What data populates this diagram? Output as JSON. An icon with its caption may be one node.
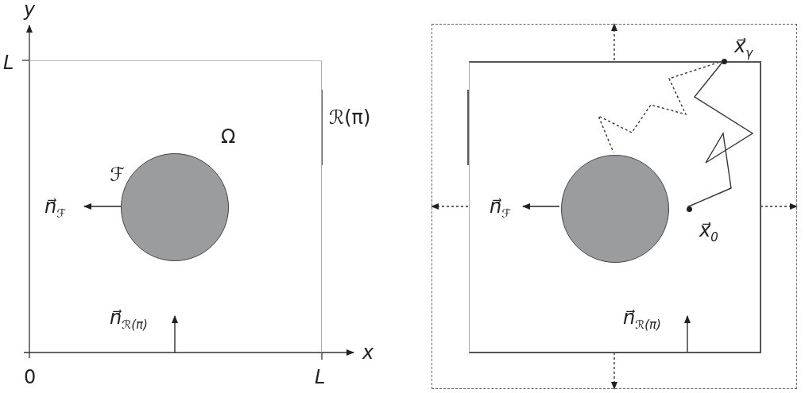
{
  "diagram": {
    "nodes": [
      {
        "text": [],
        "shape": "box"
      },
      {
        "text": [],
        "shape": "circle",
        "in": 0
      },
      {
        "text": [],
        "shape": "box"
      },
      {
        "text": [],
        "shape": "box",
        "in": 2
      },
      {
        "text": [],
        "shape": "circle",
        "in": 3
      },
      {
        "text": [],
        "shape": "circle",
        "in": 3,
        "beside": [
          "x⃗$_{0}$"
        ]
      },
      {
        "text": [],
        "shape": "circle",
        "in": 2,
        "beside": [
          "x⃗$_{γ}$"
        ]
      }
    ],
    "edges": [
      {
        "from": 5,
        "to": 6,
        "arrow": "none"
      },
      {
        "from": 6,
        "to": 4,
        "arrow": "none",
        "style": "dashed"
      },
      {
        "from": 3,
        "to": 2,
        "arrow": "to",
        "style": "dashed"
      },
      {
        "from": 3,
        "to": 2,
        "arrow": "to",
        "style": "dashed"
      },
      {
        "from": 3,
        "to": 2,
        "arrow": "to",
        "style": "dashed"
      },
      {
        "from": 3,
        "to": 2,
        "arrow": "to",
        "style": "dashed"
      }
    ],
    "labels": [
      "y",
      "L",
      "ℛ(π)",
      "Ω",
      "ℱ",
      "n⃗$_{ℱ}$",
      "n⃗$_{ℛ(π)}$",
      "x",
      "0",
      "L",
      "n⃗$_{ℱ}$",
      "n⃗$_{ℛ(π)}$"
    ]
  }
}
